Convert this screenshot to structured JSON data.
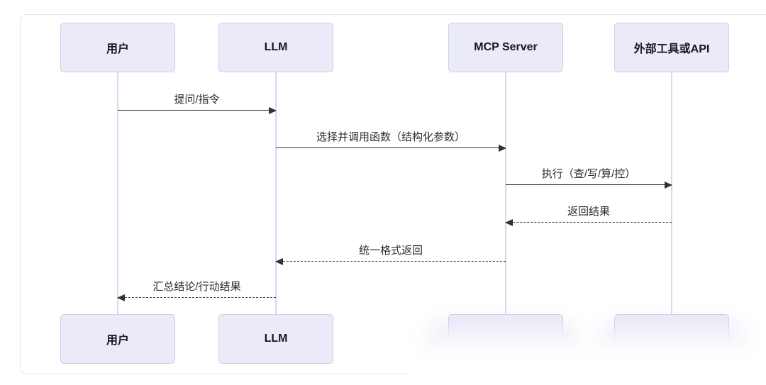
{
  "diagram": {
    "type": "sequence",
    "actors": [
      {
        "id": "user",
        "label": "用户"
      },
      {
        "id": "llm",
        "label": "LLM"
      },
      {
        "id": "mcp",
        "label": "MCP Server"
      },
      {
        "id": "tools",
        "label": "外部工具或API"
      }
    ],
    "bottom_actors": [
      {
        "id": "user",
        "label": "用户",
        "faded": false
      },
      {
        "id": "llm",
        "label": "LLM",
        "faded": false
      },
      {
        "id": "mcp",
        "label": "",
        "faded": true
      },
      {
        "id": "tools",
        "label": "",
        "faded": true
      }
    ],
    "messages": [
      {
        "from": "用户",
        "to": "LLM",
        "label": "提问/指令",
        "style": "solid"
      },
      {
        "from": "LLM",
        "to": "MCP Server",
        "label": "选择并调用函数（结构化参数）",
        "style": "solid"
      },
      {
        "from": "MCP Server",
        "to": "外部工具或API",
        "label": "执行（查/写/算/控）",
        "style": "solid"
      },
      {
        "from": "外部工具或API",
        "to": "MCP Server",
        "label": "返回结果",
        "style": "dashed"
      },
      {
        "from": "MCP Server",
        "to": "LLM",
        "label": "统一格式返回",
        "style": "dashed"
      },
      {
        "from": "LLM",
        "to": "用户",
        "label": "汇总结论/行动结果",
        "style": "dashed"
      }
    ],
    "colors": {
      "actor_fill": "#eaeaf9",
      "actor_border": "#cdcde6",
      "lifeline": "#d9d6ef",
      "arrow": "#333333",
      "frame_border": "#e4e4e8",
      "background": "#ffffff"
    }
  }
}
